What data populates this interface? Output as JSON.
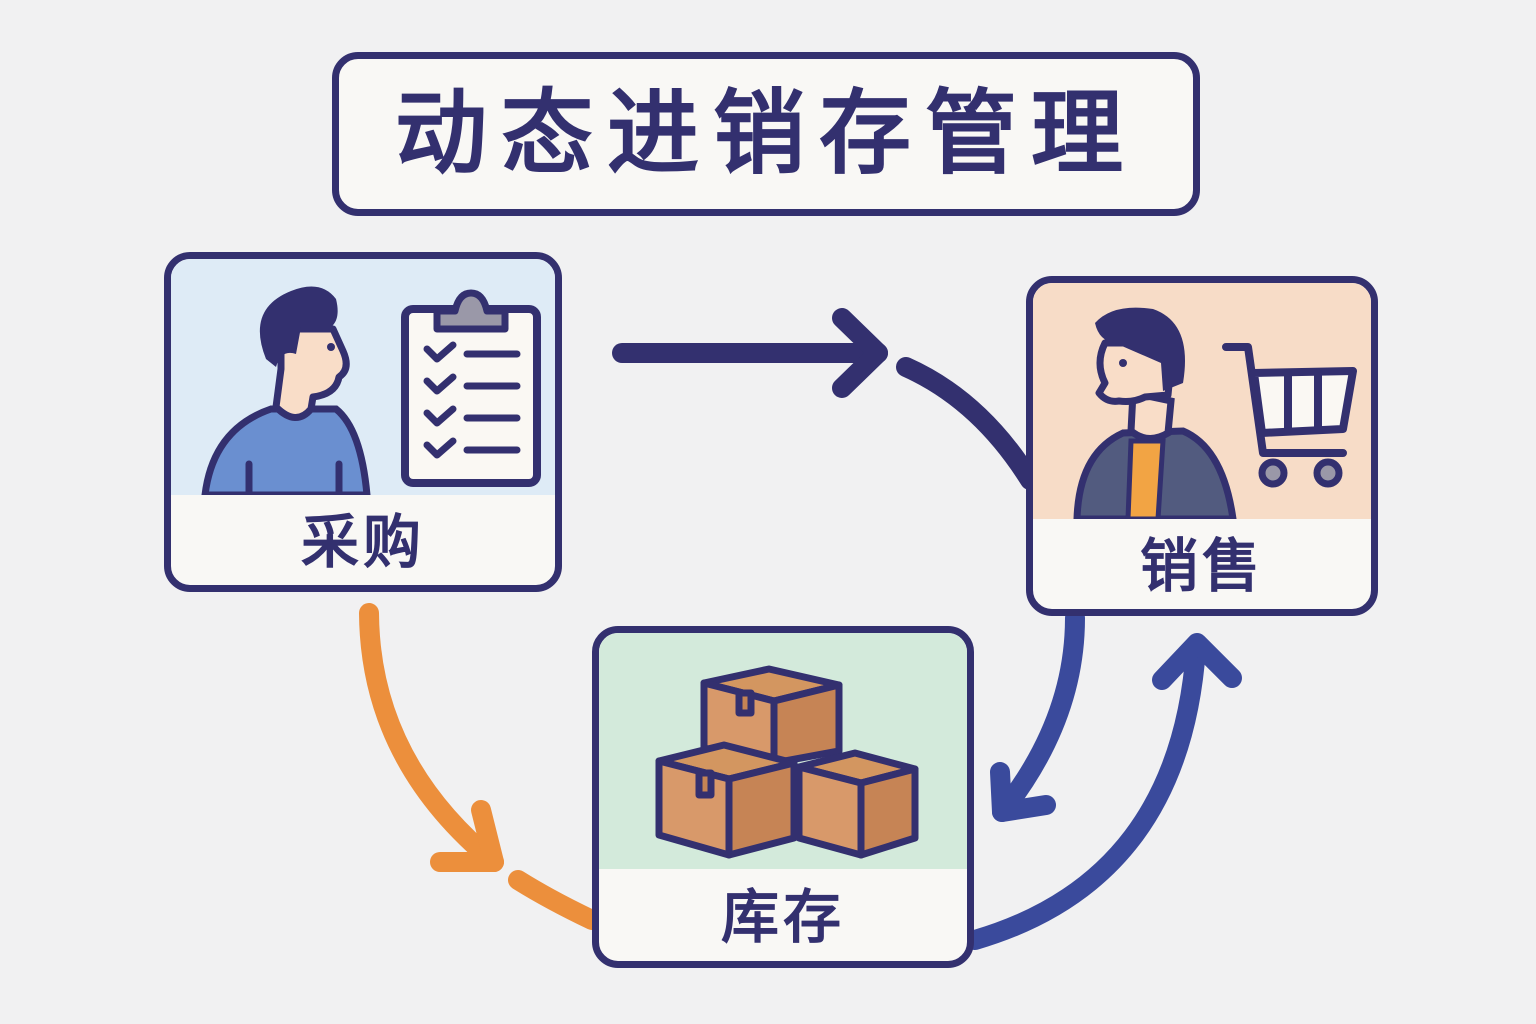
{
  "title": "动态进销存管理",
  "nodes": {
    "purchase": {
      "label": "采购",
      "icons": [
        "person-icon",
        "clipboard-checklist-icon"
      ]
    },
    "sales": {
      "label": "销售",
      "icons": [
        "person-icon",
        "shopping-cart-icon"
      ]
    },
    "inventory": {
      "label": "库存",
      "icons": [
        "boxes-icon"
      ]
    }
  },
  "edges": [
    {
      "from": "采购",
      "to": "销售",
      "color": "#33306f"
    },
    {
      "from": "采购",
      "to": "库存",
      "color": "#ec8f3c"
    },
    {
      "from": "销售",
      "to": "库存",
      "color": "#3a4a9c"
    },
    {
      "from": "库存",
      "to": "销售",
      "color": "#3a4a9c"
    }
  ],
  "colors": {
    "outline": "#33306f",
    "background": "#f1f1f2",
    "purchase_bg": "#deebf6",
    "sales_bg": "#f7dcc7",
    "inventory_bg": "#d3eadb"
  }
}
